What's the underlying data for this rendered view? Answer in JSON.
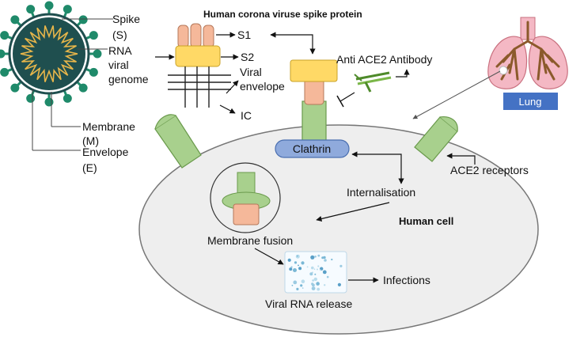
{
  "title": "Human corona viruse spike protein",
  "virus": {
    "spike_label_line1": "Spike",
    "spike_label_line2": "(S)",
    "rna_line1": "RNA",
    "rna_line2": "viral",
    "rna_line3": "genome",
    "membrane_line1": "Membrane",
    "membrane_line2": "(M)",
    "envelope_line1": "Envelope",
    "envelope_line2": "(E)"
  },
  "spike_protein": {
    "s1": "S1",
    "s2": "S2",
    "viral_envelope_line1": "Viral",
    "viral_envelope_line2": "envelope",
    "ic": "IC"
  },
  "antibody_label": "Anti ACE2 Antibody",
  "lung_label": "Lung",
  "clathrin_label": "Clathrin",
  "ace2_label": "ACE2 receptors",
  "internalisation_label": "Internalisation",
  "human_cell_label": "Human cell",
  "membrane_fusion_label": "Membrane fusion",
  "viral_rna_release_label": "Viral RNA release",
  "infections_label": "Infections",
  "colors": {
    "virus_core": "#1f4f4f",
    "spike_green": "#1f8a6a",
    "genome_gold": "#e8b64a",
    "receptor_green": "#a8d08d",
    "receptor_stroke": "#6a9a4c",
    "spike_yellow": "#ffd966",
    "spike_salmon": "#f5b89a",
    "clathrin_blue": "#8faadc",
    "lung_pink": "#f4b8c4",
    "lung_brown": "#8b5a2b",
    "lung_label_bg": "#4472c4",
    "cell_fill": "#eeeeee"
  }
}
